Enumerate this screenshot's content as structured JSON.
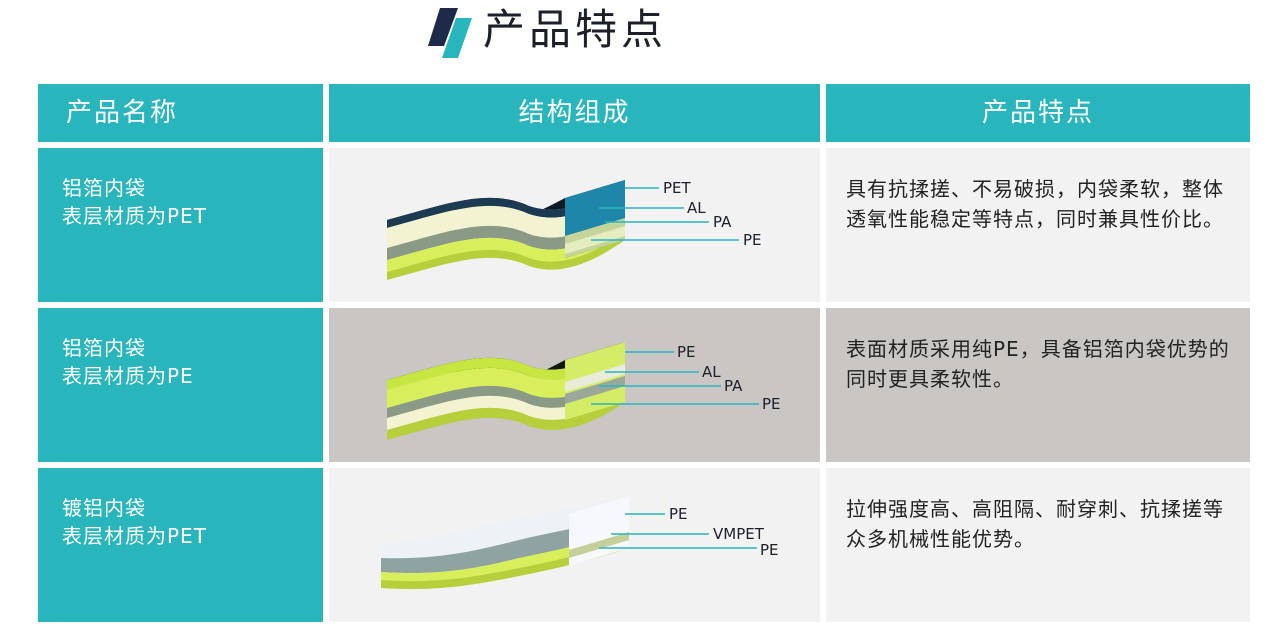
{
  "page": {
    "title": "产品特点"
  },
  "header": {
    "col_name": "产品名称",
    "col_structure": "结构组成",
    "col_features": "产品特点"
  },
  "rows": [
    {
      "name_line1": "铝箔内袋",
      "name_line2": "表层材质为PET",
      "layers": [
        "PET",
        "AL",
        "PA",
        "PE"
      ],
      "features": "具有抗揉搓、不易破损，内袋柔软，整体透氧性能稳定等特点，同时兼具性价比。"
    },
    {
      "name_line1": "铝箔内袋",
      "name_line2": "表层材质为PE",
      "layers": [
        "PE",
        "AL",
        "PA",
        "PE"
      ],
      "features": "表面材质采用纯PE，具备铝箔内袋优势的同时更具柔软性。"
    },
    {
      "name_line1": "镀铝内袋",
      "name_line2": "表层材质为PET",
      "layers": [
        "PE",
        "VMPET",
        "PE"
      ],
      "features": "拉伸强度高、高阻隔、耐穿刺、抗揉搓等众多机械性能优势。"
    }
  ],
  "colors": {
    "teal": "#29b5bc",
    "navy": "#1d2a4a",
    "light_cell": "#f2f2f2",
    "grey_cell": "#c9c6c4",
    "film_yellow_green": "#d8ee5a"
  }
}
